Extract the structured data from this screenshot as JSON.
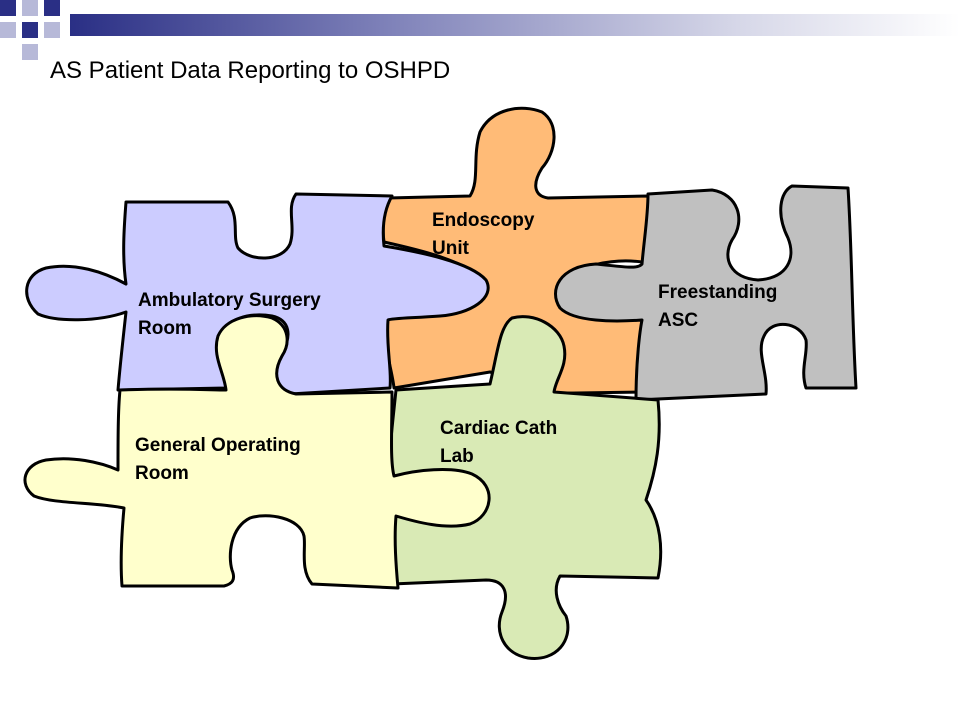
{
  "title": "AS Patient Data Reporting to OSHPD",
  "colors": {
    "header_dark": "#2a2f85",
    "header_light": "#b7b9d8",
    "ambulatory": "#ccccff",
    "endoscopy": "#ffbb77",
    "freestanding": "#c0c0c0",
    "general": "#ffffcc",
    "cardiac": "#d9eab5"
  },
  "pieces": {
    "ambulatory": {
      "line1": "Ambulatory Surgery",
      "line2": "Room"
    },
    "endoscopy": {
      "line1": "Endoscopy",
      "line2": "Unit"
    },
    "freestanding": {
      "line1": "Freestanding",
      "line2": "ASC"
    },
    "general": {
      "line1": "General Operating",
      "line2": "Room"
    },
    "cardiac": {
      "line1": "Cardiac Cath",
      "line2": "Lab"
    }
  }
}
